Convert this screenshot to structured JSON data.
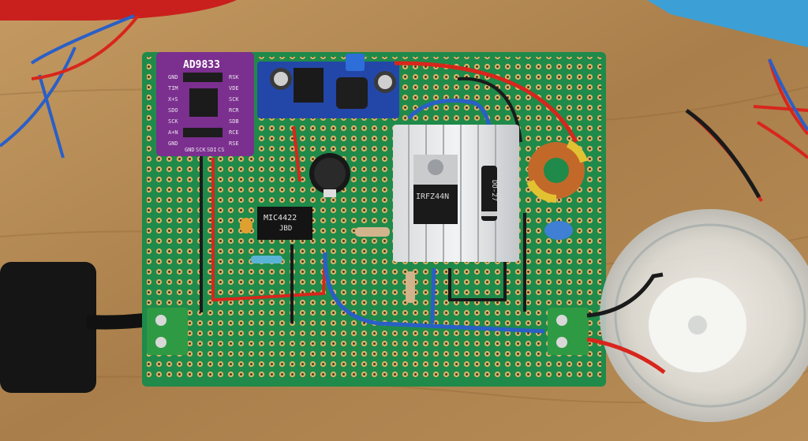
{
  "board": {
    "module_label": "AD9833",
    "module_pins_left": [
      "GND",
      "TIM",
      "X+S",
      "SDO",
      "SCK",
      "A+N",
      "GND"
    ],
    "module_pins_right": [
      "RSK",
      "VDE",
      "SCK",
      "RCR",
      "SDB",
      "RCE",
      "RSE"
    ],
    "module_pins_bottom": [
      "GND",
      "SCK",
      "SDI",
      "CS"
    ],
    "driver_ic_line1": "MIC4422",
    "driver_ic_line2": "JBD",
    "mosfet_label": "IRFZ44N",
    "diode_label": "DO-27"
  },
  "colors": {
    "table": "#b58a55",
    "pcb": "#1f8a4a",
    "module_purple": "#7b2f8e",
    "buck_blue": "#2347a8",
    "terminal_green": "#2f9a44",
    "wire_red": "#d8261c",
    "wire_blue": "#2a5fc7",
    "wire_black": "#1a1a1a"
  }
}
